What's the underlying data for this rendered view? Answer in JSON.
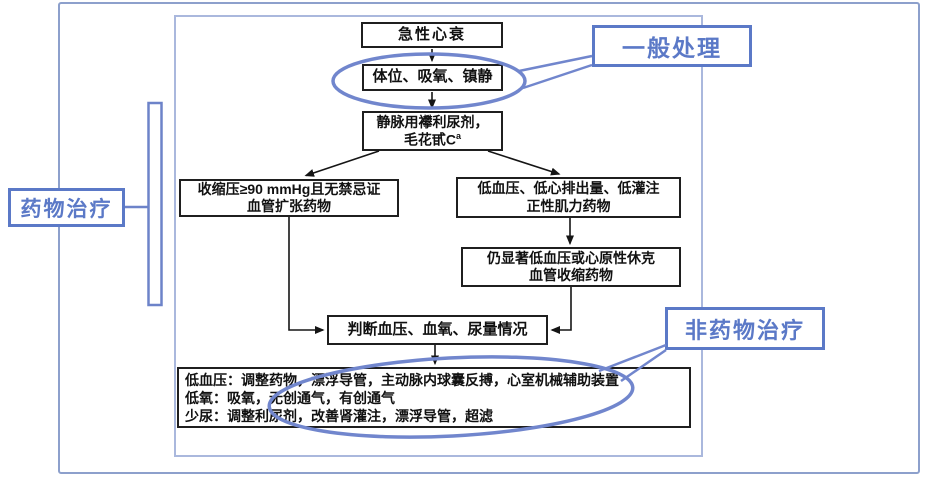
{
  "flow": {
    "acute": {
      "text": "急性心衰"
    },
    "positioning": {
      "text": "体位、吸氧、镇静"
    },
    "diuretic": {
      "line1": "静脉用襻利尿剂，",
      "line2": "毛花甙C",
      "line2_sup": "a"
    },
    "vasodilator": {
      "line1": "收缩压≥90 mmHg且无禁忌证",
      "line2": "血管扩张药物"
    },
    "inotrope": {
      "line1": "低血压、低心排出量、低灌注",
      "line2": "正性肌力药物"
    },
    "vasoconstrictor": {
      "line1": "仍显著低血压或心原性休克",
      "line2": "血管收缩药物"
    },
    "assess": {
      "text": "判断血压、血氧、尿量情况"
    },
    "nonpharm_box": {
      "line1": "低血压：调整药物，漂浮导管，主动脉内球囊反搏，心室机械辅助装置",
      "line2": "低氧：吸氧，无创通气，有创通气",
      "line3": "少尿：调整利尿剂，改善肾灌注，漂浮导管，超滤"
    }
  },
  "annotations": {
    "general_label": "一般处理",
    "pharm_label": "药物治疗",
    "nonpharm_label": "非药物治疗"
  },
  "colors": {
    "annotation_blue": "#5b79c7",
    "callout_blue": "#7186cd",
    "outer_frame": "#8da0cc",
    "inner_frame": "#aab8dd",
    "box_border": "#1f1f1f",
    "arrow_black": "#151515"
  }
}
